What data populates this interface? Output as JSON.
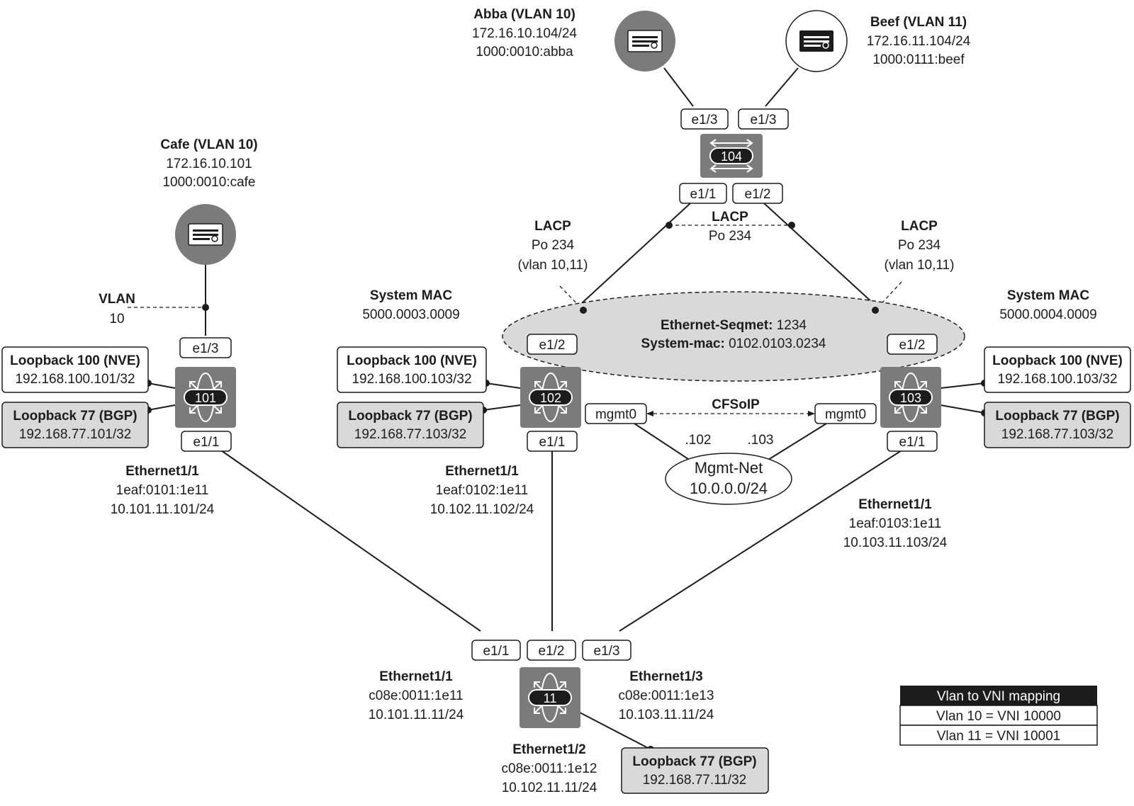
{
  "hosts": {
    "cafe": {
      "name": "Cafe (VLAN 10)",
      "ip": "172.16.10.101",
      "mac": "1000:0010:cafe"
    },
    "abba": {
      "name": "Abba (VLAN 10)",
      "ip": "172.16.10.104/24",
      "mac": "1000:0010:abba"
    },
    "beef": {
      "name": "Beef (VLAN 11)",
      "ip": "172.16.11.104/24",
      "mac": "1000:0111:beef"
    }
  },
  "switches": {
    "s101": {
      "id": "101"
    },
    "s102": {
      "id": "102"
    },
    "s103": {
      "id": "103"
    },
    "s104": {
      "id": "104"
    },
    "s11": {
      "id": "11"
    }
  },
  "ports": {
    "s104_e13a": "e1/3",
    "s104_e13b": "e1/3",
    "s104_e11": "e1/1",
    "s104_e12": "e1/2",
    "s101_e13": "e1/3",
    "s101_e11": "e1/1",
    "s102_e12": "e1/2",
    "s102_e11": "e1/1",
    "s103_e12": "e1/2",
    "s103_e11": "e1/1",
    "s11_e11": "e1/1",
    "s11_e12": "e1/2",
    "s11_e13": "e1/3",
    "mgmt_left": "mgmt0",
    "mgmt_right": "mgmt0"
  },
  "vlan_label": {
    "title": "VLAN",
    "value": "10"
  },
  "lacp": {
    "left": {
      "title": "LACP",
      "po": "Po 234",
      "vlans": "(vlan 10,11)"
    },
    "center": {
      "title": "LACP",
      "po": "Po 234"
    },
    "right": {
      "title": "LACP",
      "po": "Po 234",
      "vlans": "(vlan 10,11)"
    }
  },
  "system_mac": {
    "left": {
      "title": "System MAC",
      "value": "5000.0003.0009"
    },
    "right": {
      "title": "System MAC",
      "value": "5000.0004.0009"
    }
  },
  "vpc": {
    "segment_key": "Ethernet-Seqmet:",
    "segment_value": " 1234",
    "sysmac_key": "System-mac:",
    "sysmac_value": " 0102.0103.0234"
  },
  "loopbacks": {
    "s101_nve": {
      "title": "Loopback 100 (NVE)",
      "ip": "192.168.100.101/32"
    },
    "s101_bgp": {
      "title": "Loopback 77 (BGP)",
      "ip": "192.168.77.101/32"
    },
    "s102_nve": {
      "title": "Loopback 100 (NVE)",
      "ip": "192.168.100.103/32"
    },
    "s102_bgp": {
      "title": "Loopback 77 (BGP)",
      "ip": "192.168.77.103/32"
    },
    "s103_nve": {
      "title": "Loopback 100 (NVE)",
      "ip": "192.168.100.103/32"
    },
    "s103_bgp": {
      "title": "Loopback 77 (BGP)",
      "ip": "192.168.77.103/32"
    },
    "s11_bgp": {
      "title": "Loopback 77 (BGP)",
      "ip": "192.168.77.11/32"
    }
  },
  "cfsoip": "CFSoIP",
  "mgmt_net": {
    "name": "Mgmt-Net",
    "subnet": "10.0.0.0/24",
    "addr_left": ".102",
    "addr_right": ".103"
  },
  "interfaces": {
    "s101_eth": {
      "name": "Ethernet1/1",
      "mac": "1eaf:0101:1e11",
      "ip": "10.101.11.101/24"
    },
    "s102_eth": {
      "name": "Ethernet1/1",
      "mac": "1eaf:0102:1e11",
      "ip": "10.102.11.102/24"
    },
    "s103_eth": {
      "name": "Ethernet1/1",
      "mac": "1eaf:0103:1e11",
      "ip": "10.103.11.103/24"
    },
    "s11_eth1": {
      "name": "Ethernet1/1",
      "mac": "c08e:0011:1e11",
      "ip": "10.101.11.11/24"
    },
    "s11_eth2": {
      "name": "Ethernet1/2",
      "mac": "c08e:0011:1e12",
      "ip": "10.102.11.11/24"
    },
    "s11_eth3": {
      "name": "Ethernet1/3",
      "mac": "c08e:0011:1e13",
      "ip": "10.103.11.11/24"
    }
  },
  "vni_table": {
    "title": "Vlan to VNI mapping",
    "rows": [
      "Vlan 10 = VNI 10000",
      "Vlan 11 = VNI 10001"
    ]
  }
}
